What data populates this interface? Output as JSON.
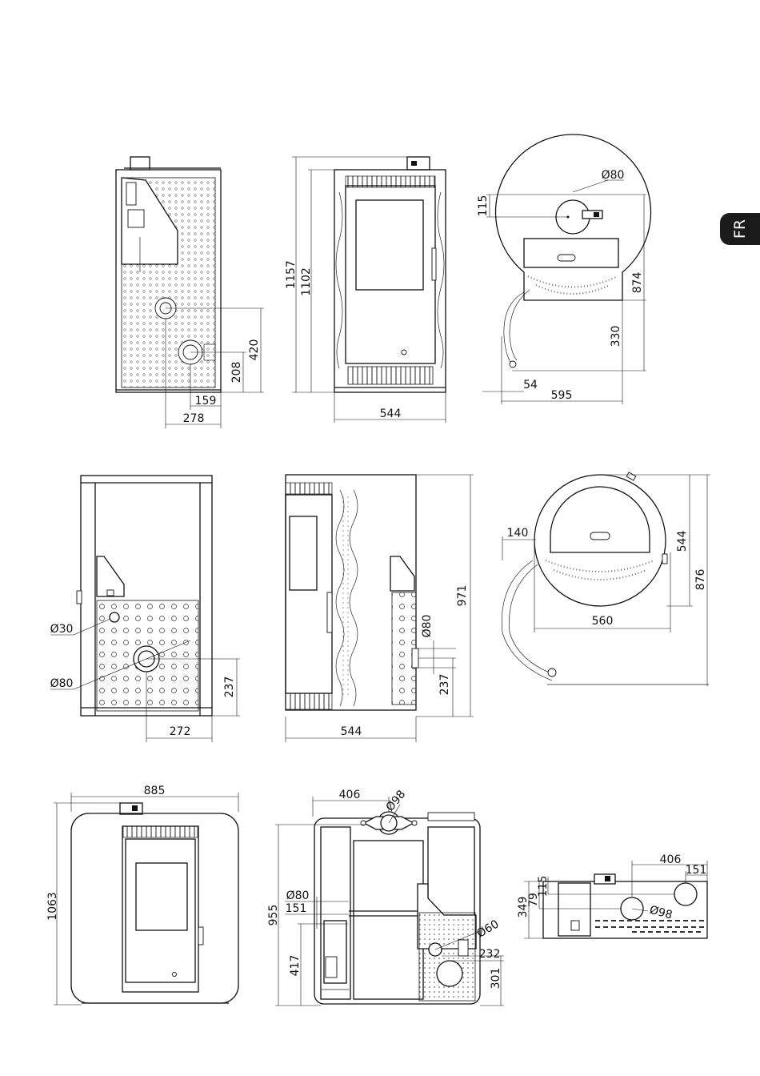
{
  "language_tab": "FR",
  "views": {
    "top_left_side": {
      "dim_420": "420",
      "dim_208": "208",
      "dim_159": "159",
      "dim_278": "278"
    },
    "top_front": {
      "dim_1157": "1157",
      "dim_1102": "1102",
      "dim_544": "544"
    },
    "top_plan": {
      "dia_80": "Ø80",
      "dim_115": "115",
      "dim_874": "874",
      "dim_330": "330",
      "dim_54": "54",
      "dim_595": "595"
    },
    "mid_rear": {
      "dia_30": "Ø30",
      "dia_80": "Ø80",
      "dim_237": "237",
      "dim_272": "272"
    },
    "mid_side": {
      "dim_971": "971",
      "dia_80": "Ø80",
      "dim_237": "237",
      "dim_544": "544"
    },
    "mid_plan": {
      "dim_140": "140",
      "dim_544": "544",
      "dim_876": "876",
      "dim_560": "560"
    },
    "bot_front": {
      "dim_885": "885",
      "dim_1063": "1063"
    },
    "bot_side": {
      "dim_406": "406",
      "dia_98": "Ø98",
      "dia_80": "Ø80",
      "dim_151": "151",
      "dim_955": "955",
      "dim_417": "417",
      "dia_60": "Ø60",
      "dim_232": "232",
      "dim_301": "301"
    },
    "bot_plan": {
      "dim_406": "406",
      "dim_151": "151",
      "dim_349": "349",
      "dim_79": "79",
      "dim_115": "115",
      "dia_98": "Ø98"
    }
  },
  "icons": {
    "logo": "brand-logo-icon",
    "control_panel": "control-panel-icon"
  }
}
